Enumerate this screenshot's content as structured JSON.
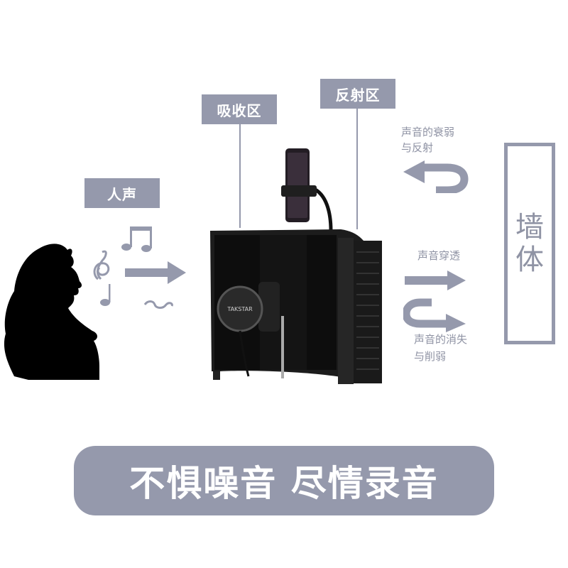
{
  "labels": {
    "voice": "人声",
    "absorption_zone": "吸收区",
    "reflection_zone": "反射区"
  },
  "captions": {
    "attenuation_reflection_line1": "声音的衰弱",
    "attenuation_reflection_line2": "与反射",
    "penetration": "声音穿透",
    "disappear_weaken_line1": "声音的消失",
    "disappear_weaken_line2": "与削弱"
  },
  "wall": {
    "char1": "墙",
    "char2": "体"
  },
  "product": {
    "pop_filter_brand": "TAKSTAR"
  },
  "banner": {
    "text": "不惧噪音 尽情录音"
  },
  "colors": {
    "accent": "#9599ac",
    "text_gray": "#8f93a4",
    "background": "#ffffff",
    "silhouette": "#000000"
  }
}
